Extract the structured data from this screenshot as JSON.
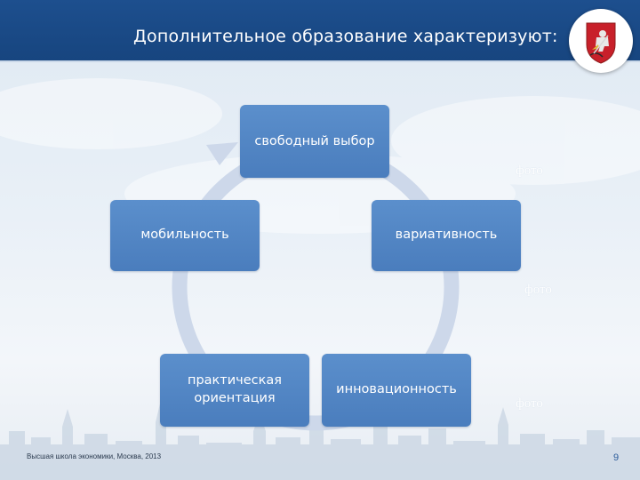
{
  "header": {
    "title": "Дополнительное образование характеризуют:",
    "emblem_icon": "moscow-coat-of-arms-icon",
    "bar_color": "#1d4f8e"
  },
  "diagram": {
    "type": "cycle",
    "node_color": "#5285c5",
    "arrow_color": "#cdd8ea",
    "nodes": [
      {
        "label": "свободный выбор"
      },
      {
        "label": "вариативность"
      },
      {
        "label": "инновационность"
      },
      {
        "label_lines": [
          "практическая",
          "ориентация"
        ]
      },
      {
        "label": "мобильность"
      }
    ]
  },
  "photo_placeholders": [
    "фото",
    "фото",
    "фото"
  ],
  "footer": {
    "org": "Высшая школа экономики, Москва, 2013",
    "page_number": "9"
  }
}
